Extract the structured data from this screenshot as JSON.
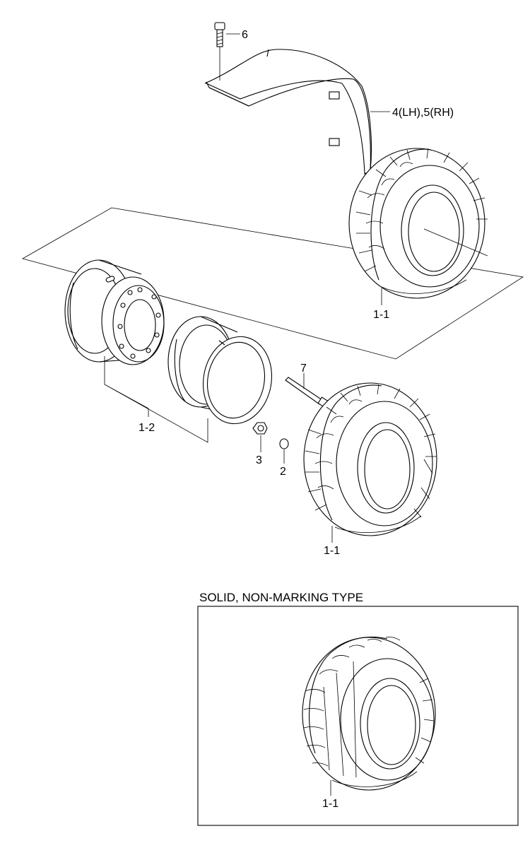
{
  "diagram": {
    "callouts": {
      "bolt": "6",
      "fender": "4(LH),5(RH)",
      "tire_rear": "1-1",
      "valve_stem": "7",
      "rim_assembly": "1-2",
      "nut": "3",
      "washer": "2",
      "tire_front": "1-1",
      "tire_inset": "1-1"
    },
    "inset": {
      "title": "SOLID, NON-MARKING TYPE"
    },
    "colors": {
      "line": "#000000",
      "background": "#ffffff"
    }
  }
}
